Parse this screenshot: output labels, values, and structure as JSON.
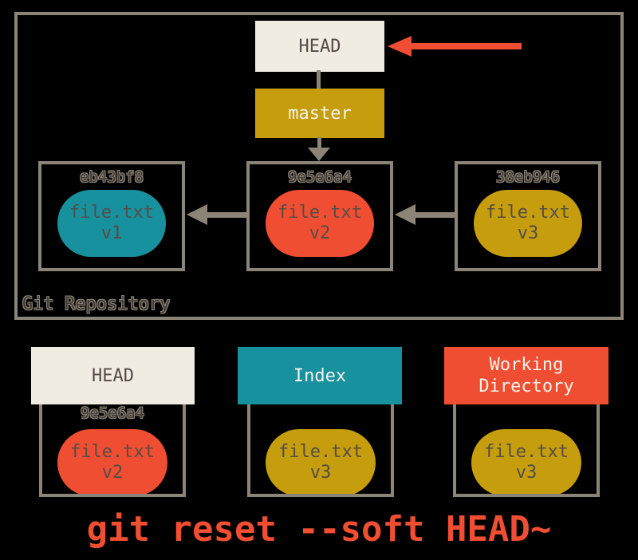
{
  "colors": {
    "background": "#000000",
    "frame": "#8d8478",
    "cream": "#f0ece2",
    "gold": "#c59d0d",
    "teal": "#17919d",
    "red": "#f04e32",
    "ink": "#544d46",
    "light": "#f5f2ea",
    "hash_ink": "#3f3a34"
  },
  "repo": {
    "label": "Git Repository",
    "head_label": "HEAD",
    "master_label": "master",
    "commits": [
      {
        "hash": "eb43bf8",
        "file": "file.txt",
        "version": "v1"
      },
      {
        "hash": "9e5e6a4",
        "file": "file.txt",
        "version": "v2"
      },
      {
        "hash": "38eb946",
        "file": "file.txt",
        "version": "v3"
      }
    ]
  },
  "bottom": {
    "head": {
      "title": "HEAD",
      "hash": "9e5e6a4",
      "file": "file.txt",
      "version": "v2"
    },
    "index": {
      "title": "Index",
      "file": "file.txt",
      "version": "v3"
    },
    "working": {
      "title": "Working\nDirectory",
      "file": "file.txt",
      "version": "v3"
    }
  },
  "caption": "git reset --soft HEAD~"
}
